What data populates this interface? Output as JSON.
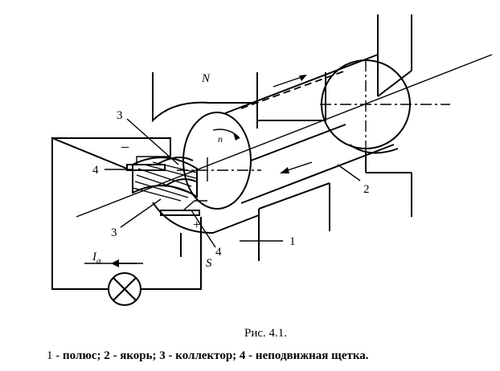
{
  "figure": {
    "labels": {
      "pole_n": "N",
      "pole_s": "S",
      "speed": "n",
      "current": "I",
      "current_sub": "a",
      "minus": "−",
      "plus": "+",
      "num_1": "1",
      "num_2": "2",
      "num_3_top": "3",
      "num_3_bottom": "3",
      "num_4_left": "4",
      "num_4_bottom": "4"
    },
    "caption": {
      "title": "Рис. 4.1.",
      "legend_parts": [
        "1 - ",
        "полюс; 2 - якорь; 3 - коллектор; 4 - неподвижная щетка."
      ]
    }
  }
}
